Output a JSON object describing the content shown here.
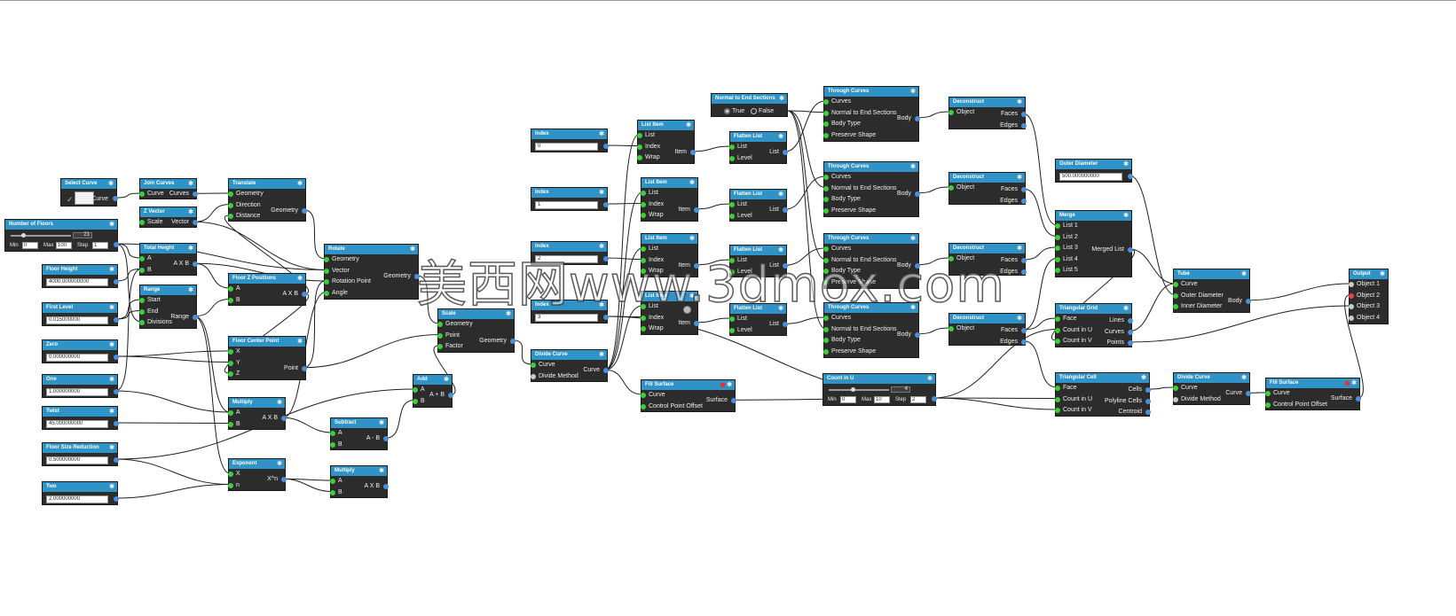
{
  "canvas": {
    "background": "#ffffff",
    "header_color": "#2f93c8",
    "body_color": "#2c2c2c",
    "input_port_color": "#3bd03b",
    "output_port_color": "#4a8fd8"
  },
  "watermark": "美西网www.3dmox.com",
  "nodes": {
    "select_curve": {
      "title": "Select Curve",
      "outputs": [
        "Curve"
      ],
      "check_icon": "✓"
    },
    "join_curves": {
      "title": "Join Curves",
      "inputs": [
        "Curve"
      ],
      "outputs": [
        "Curves"
      ]
    },
    "z_vector": {
      "title": "Z Vector",
      "inputs": [
        "Scale"
      ],
      "outputs": [
        "Vector"
      ]
    },
    "translate": {
      "title": "Translate",
      "inputs": [
        "Geometry",
        "Direction",
        "Distance"
      ],
      "outputs": [
        "Geometry"
      ]
    },
    "number_of_floors": {
      "title": "Number of Floors",
      "value": "21",
      "min_label": "Min",
      "min": "0",
      "max_label": "Max",
      "max": "100",
      "step_label": "Step",
      "step": "1"
    },
    "total_height": {
      "title": "Total Height",
      "inputs": [
        "A",
        "B"
      ],
      "outputs": [
        "A X B"
      ]
    },
    "range": {
      "title": "Range",
      "inputs": [
        "Start",
        "End",
        "Divisions"
      ],
      "outputs": [
        "Range"
      ]
    },
    "floor_height": {
      "title": "Floor Height",
      "value": "4000.000000000"
    },
    "first_level": {
      "title": "First Level",
      "value": "0.015000000"
    },
    "zero": {
      "title": "Zero",
      "value": "0.000000000"
    },
    "one": {
      "title": "One",
      "value": "1.000000000"
    },
    "twist": {
      "title": "Twist",
      "value": "45.000000000"
    },
    "floor_size_reduction": {
      "title": "Floor Size Reduction",
      "value": "0.500000000"
    },
    "two": {
      "title": "Two",
      "value": "2.000000000"
    },
    "floor_z_positions": {
      "title": "Floor Z Positions",
      "inputs": [
        "A",
        "B"
      ],
      "outputs": [
        "A X B"
      ]
    },
    "floor_center_point": {
      "title": "Floor Center Point",
      "inputs": [
        "X",
        "Y",
        "Z"
      ],
      "outputs": [
        "Point"
      ]
    },
    "multiply_1": {
      "title": "Multiply",
      "inputs": [
        "A",
        "B"
      ],
      "outputs": [
        "A X B"
      ]
    },
    "exponent": {
      "title": "Exponent",
      "inputs": [
        "X",
        "n"
      ],
      "outputs": [
        "X^n"
      ]
    },
    "rotate": {
      "title": "Rotate",
      "inputs": [
        "Geometry",
        "Vector",
        "Rotation Point",
        "Angle"
      ],
      "outputs": [
        "Geometry"
      ]
    },
    "add": {
      "title": "Add",
      "inputs": [
        "A",
        "B"
      ],
      "outputs": [
        "A + B"
      ]
    },
    "subtract": {
      "title": "Subtract",
      "inputs": [
        "A",
        "B"
      ],
      "outputs": [
        "A - B"
      ]
    },
    "multiply_2": {
      "title": "Multiply",
      "inputs": [
        "A",
        "B"
      ],
      "outputs": [
        "A X B"
      ]
    },
    "scale": {
      "title": "Scale",
      "inputs": [
        "Geometry",
        "Point",
        "Factor"
      ],
      "outputs": [
        "Geometry"
      ]
    },
    "divide_curve_1": {
      "title": "Divide Curve",
      "inputs": [
        "Curve",
        "Divide Method"
      ],
      "outputs": [
        "Curve"
      ]
    },
    "index_0": {
      "title": "Index",
      "value": "0"
    },
    "index_1": {
      "title": "Index",
      "value": "1"
    },
    "index_2": {
      "title": "Index",
      "value": "2"
    },
    "index_3": {
      "title": "Index",
      "value": "3"
    },
    "list_item_1": {
      "title": "List Item",
      "inputs": [
        "List",
        "Index",
        "Wrap"
      ],
      "outputs": [
        "Item"
      ]
    },
    "list_item_2": {
      "title": "List Item",
      "inputs": [
        "List",
        "Index",
        "Wrap"
      ],
      "outputs": [
        "Item"
      ]
    },
    "list_item_3": {
      "title": "List Item",
      "inputs": [
        "List",
        "Index",
        "Wrap"
      ],
      "outputs": [
        "Item"
      ]
    },
    "list_item_4": {
      "title": "List Item",
      "inputs": [
        "List",
        "Index",
        "Wrap"
      ],
      "outputs": [
        "Item"
      ]
    },
    "flatten_list_1": {
      "title": "Flatten List",
      "inputs": [
        "List",
        "Level"
      ],
      "outputs": [
        "List"
      ]
    },
    "flatten_list_2": {
      "title": "Flatten List",
      "inputs": [
        "List",
        "Level"
      ],
      "outputs": [
        "List"
      ]
    },
    "flatten_list_3": {
      "title": "Flatten List",
      "inputs": [
        "List",
        "Level"
      ],
      "outputs": [
        "List"
      ]
    },
    "flatten_list_4": {
      "title": "Flatten List",
      "inputs": [
        "List",
        "Level"
      ],
      "outputs": [
        "List"
      ]
    },
    "fill_surface_1": {
      "title": "Fill Surface",
      "inputs": [
        "Curve",
        "Control Point Offset"
      ],
      "outputs": [
        "Surface"
      ]
    },
    "normal_to_end_sections": {
      "title": "Normal to End Sections",
      "option_true": "True",
      "option_false": "False",
      "selected": "True"
    },
    "through_curves_1": {
      "title": "Through Curves",
      "inputs": [
        "Curves",
        "Normal to End Sections",
        "Body Type",
        "Preserve Shape"
      ],
      "outputs": [
        "Body"
      ]
    },
    "through_curves_2": {
      "title": "Through Curves",
      "inputs": [
        "Curves",
        "Normal to End Sections",
        "Body Type",
        "Preserve Shape"
      ],
      "outputs": [
        "Body"
      ]
    },
    "through_curves_3": {
      "title": "Through Curves",
      "inputs": [
        "Curves",
        "Normal to End Sections",
        "Body Type",
        "Preserve Shape"
      ],
      "outputs": [
        "Body"
      ]
    },
    "through_curves_4": {
      "title": "Through Curves",
      "inputs": [
        "Curves",
        "Normal to End Sections",
        "Body Type",
        "Preserve Shape"
      ],
      "outputs": [
        "Body"
      ]
    },
    "deconstruct_1": {
      "title": "Deconstruct",
      "inputs": [
        "Object"
      ],
      "outputs": [
        "Faces",
        "Edges"
      ]
    },
    "deconstruct_2": {
      "title": "Deconstruct",
      "inputs": [
        "Object"
      ],
      "outputs": [
        "Faces",
        "Edges"
      ]
    },
    "deconstruct_3": {
      "title": "Deconstruct",
      "inputs": [
        "Object"
      ],
      "outputs": [
        "Faces",
        "Edges"
      ]
    },
    "deconstruct_4": {
      "title": "Deconstruct",
      "inputs": [
        "Object"
      ],
      "outputs": [
        "Faces",
        "Edges"
      ]
    },
    "count_in_u": {
      "title": "Count in U",
      "value": "4",
      "min_label": "Min",
      "min": "0",
      "max_label": "Max",
      "max": "10",
      "step_label": "Step",
      "step": "2"
    },
    "outer_diameter": {
      "title": "Outer Diameter",
      "value": "500.000000000"
    },
    "merge": {
      "title": "Merge",
      "inputs": [
        "List 1",
        "List 2",
        "List 3",
        "List 4",
        "List 5"
      ],
      "outputs": [
        "Merged List"
      ]
    },
    "triangular_grid": {
      "title": "Triangular Grid",
      "inputs": [
        "Face",
        "Count in U",
        "Count in V"
      ],
      "outputs": [
        "Lines",
        "Curves",
        "Points"
      ]
    },
    "triangular_cell": {
      "title": "Triangular Cell",
      "inputs": [
        "Face",
        "Count in U",
        "Count in V"
      ],
      "outputs": [
        "Cells",
        "Polyline Cells",
        "Centroid"
      ]
    },
    "tube": {
      "title": "Tube",
      "inputs": [
        "Curve",
        "Outer Diameter",
        "Inner Diameter"
      ],
      "outputs": [
        "Body"
      ]
    },
    "divide_curve_2": {
      "title": "Divide Curve",
      "inputs": [
        "Curve",
        "Divide Method"
      ],
      "outputs": [
        "Curve"
      ]
    },
    "fill_surface_2": {
      "title": "Fill Surface",
      "inputs": [
        "Curve",
        "Control Point Offset"
      ],
      "outputs": [
        "Surface"
      ]
    },
    "output": {
      "title": "Output",
      "inputs": [
        "Object 1",
        "Object 2",
        "Object 3",
        "Object 4"
      ]
    }
  }
}
